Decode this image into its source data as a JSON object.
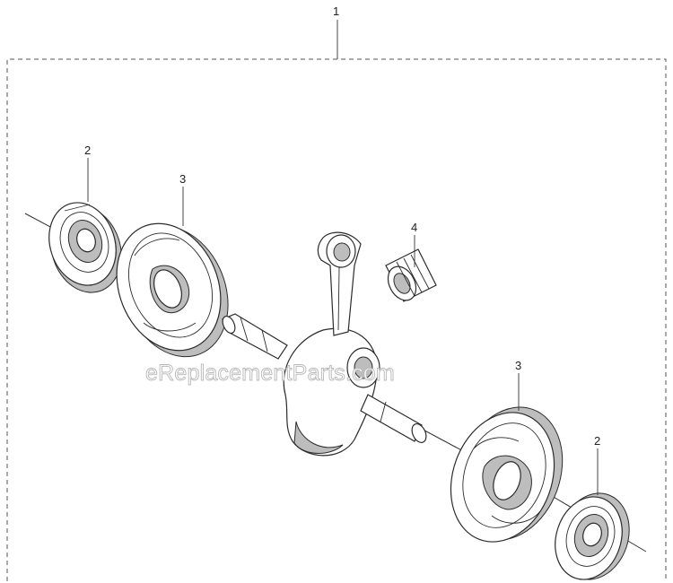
{
  "callouts": {
    "assembly": "1",
    "bearing_left": "2",
    "seal_left": "3",
    "needle_bearing": "4",
    "seal_right": "3",
    "bearing_right": "2"
  },
  "watermark": "eReplacementParts.com",
  "parts": [
    {
      "label": "1",
      "icon": "assembly-bracket"
    },
    {
      "label": "2",
      "icon": "ball-bearing-icon"
    },
    {
      "label": "3",
      "icon": "crankcase-seal-icon"
    },
    {
      "label": "4",
      "icon": "needle-bearing-icon"
    }
  ]
}
